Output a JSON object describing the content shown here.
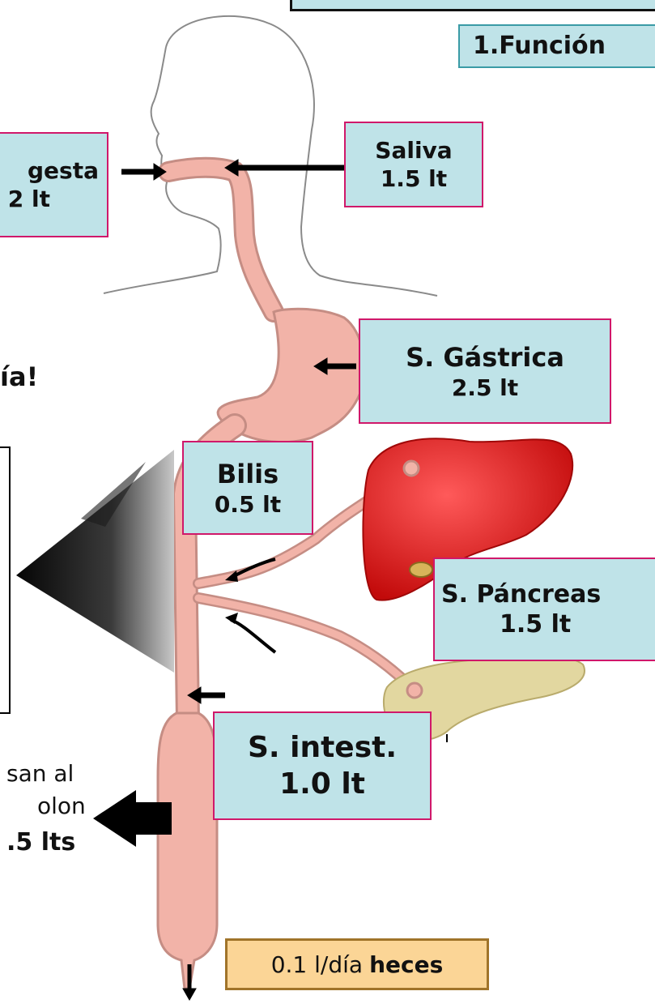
{
  "title": "1.Función",
  "inputs": {
    "ingesta": {
      "label": "gesta",
      "value": "2 lt"
    },
    "saliva": {
      "label": "Saliva",
      "value": "1.5 lt"
    },
    "gastrica": {
      "label": "S. Gástrica",
      "value": "2.5 lt"
    },
    "bilis": {
      "label": "Bilis",
      "value": "0.5 lt"
    },
    "pancreas": {
      "label": "S. Páncreas",
      "value": "1.5 lt"
    },
    "intestinal": {
      "label": "S. intest.",
      "value": "1.0 lt"
    }
  },
  "side_text": {
    "day_fragment": "ía!",
    "colon_line1": "san al",
    "colon_line2": "olon",
    "colon_amount": ".5 lts"
  },
  "heces": {
    "amount": "0.1 l/día",
    "label": "heces"
  },
  "colors": {
    "box_fill": "#bfe3e8",
    "box_border": "#d0186a",
    "tract": "#f2b3a8",
    "liver": "#e01616",
    "pancreas": "#e2d7a0",
    "heces_fill": "#fbd596"
  }
}
